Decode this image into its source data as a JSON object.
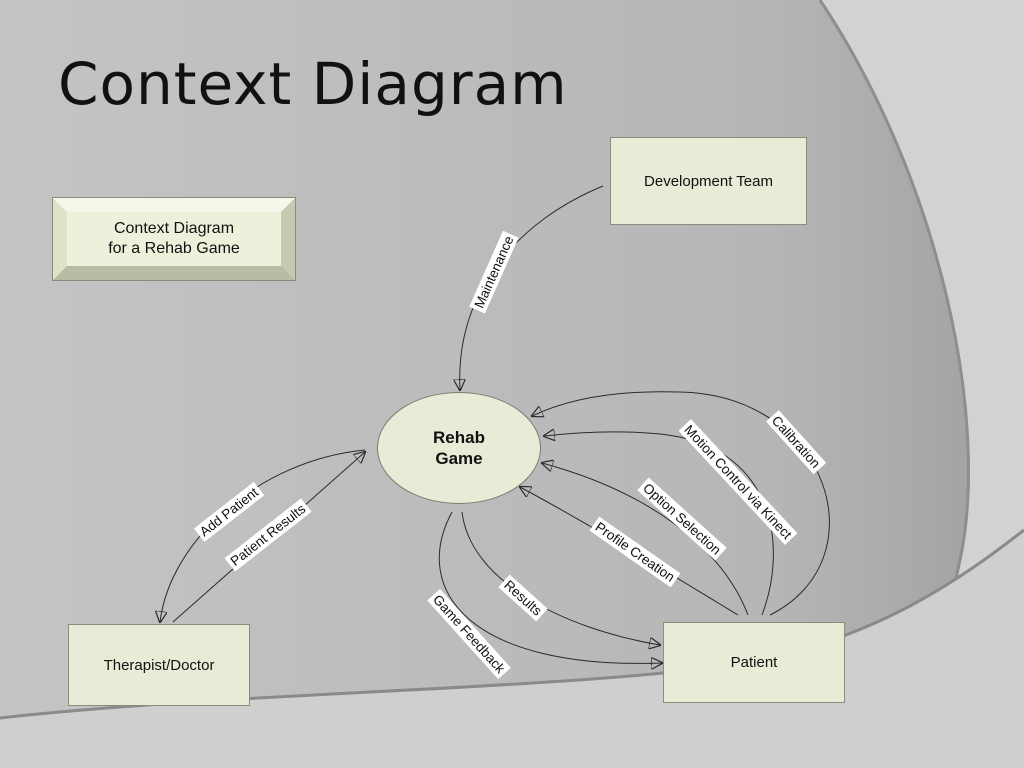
{
  "slide": {
    "title": "Context Diagram"
  },
  "caption_box": {
    "text": "Context Diagram\nfor a Rehab Game"
  },
  "process": {
    "label": "Rehab\nGame"
  },
  "entities": {
    "development_team": "Development Team",
    "therapist": "Therapist/Doctor",
    "patient": "Patient"
  },
  "flows": {
    "maintenance": "Maintenance",
    "add_patient": "Add Patient",
    "patient_results": "Patient Results",
    "calibration": "Calibration",
    "motion_control": "Motion Control via Kinect",
    "option_selection": "Option Selection",
    "profile_creation": "Profile Creation",
    "results": "Results",
    "game_feedback": "Game Feedback"
  },
  "colors": {
    "background": "#bdbdbd",
    "box_fill": "#e9ebd7",
    "label_fill": "#ffffff",
    "line": "#2b2b2b"
  }
}
